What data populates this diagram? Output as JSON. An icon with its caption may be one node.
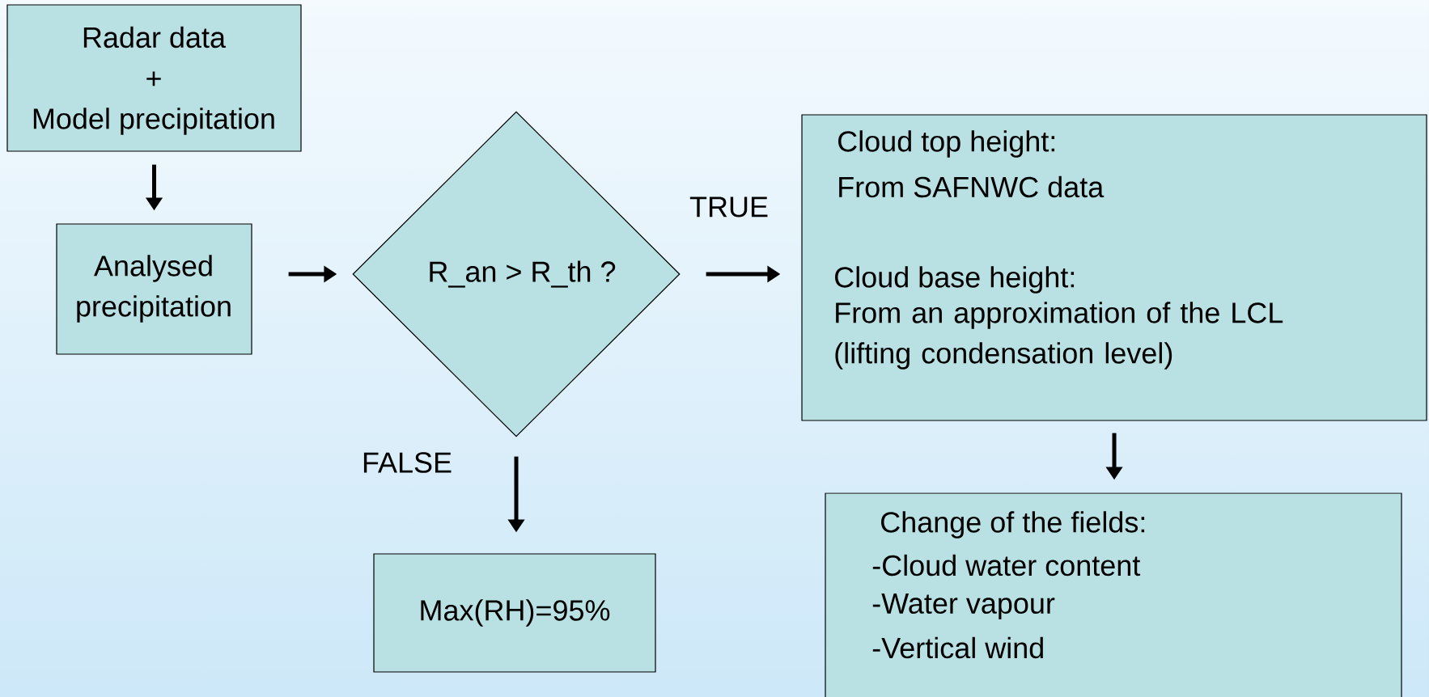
{
  "diagram": {
    "nodes": [
      {
        "text": [
          "Radar data",
          "+",
          "Model precipitation"
        ]
      },
      {
        "text": [
          "Analysed precipitation"
        ]
      },
      {
        "text": [
          "R_an > R_th ?"
        ]
      },
      {
        "text": [
          "Cloud top height:",
          "From SAFNWC data",
          "Cloud base height:",
          "From an approximation of the LCL (lifting condensation level)"
        ]
      },
      {
        "text": [
          "Max(RH)=95%"
        ]
      },
      {
        "text": [
          "Change of the fields:",
          "-Cloud water content",
          "-Water vapour",
          "-Vertical wind"
        ]
      }
    ],
    "edges": [
      {
        "from": 0,
        "to": 1,
        "arrow": "to"
      },
      {
        "from": 1,
        "to": 2,
        "arrow": "to"
      },
      {
        "from": 2,
        "to": 3,
        "arrow": "to",
        "label": "TRUE"
      },
      {
        "from": 2,
        "to": 4,
        "arrow": "to",
        "label": "FALSE"
      },
      {
        "from": 3,
        "to": 5,
        "arrow": "to"
      }
    ]
  }
}
